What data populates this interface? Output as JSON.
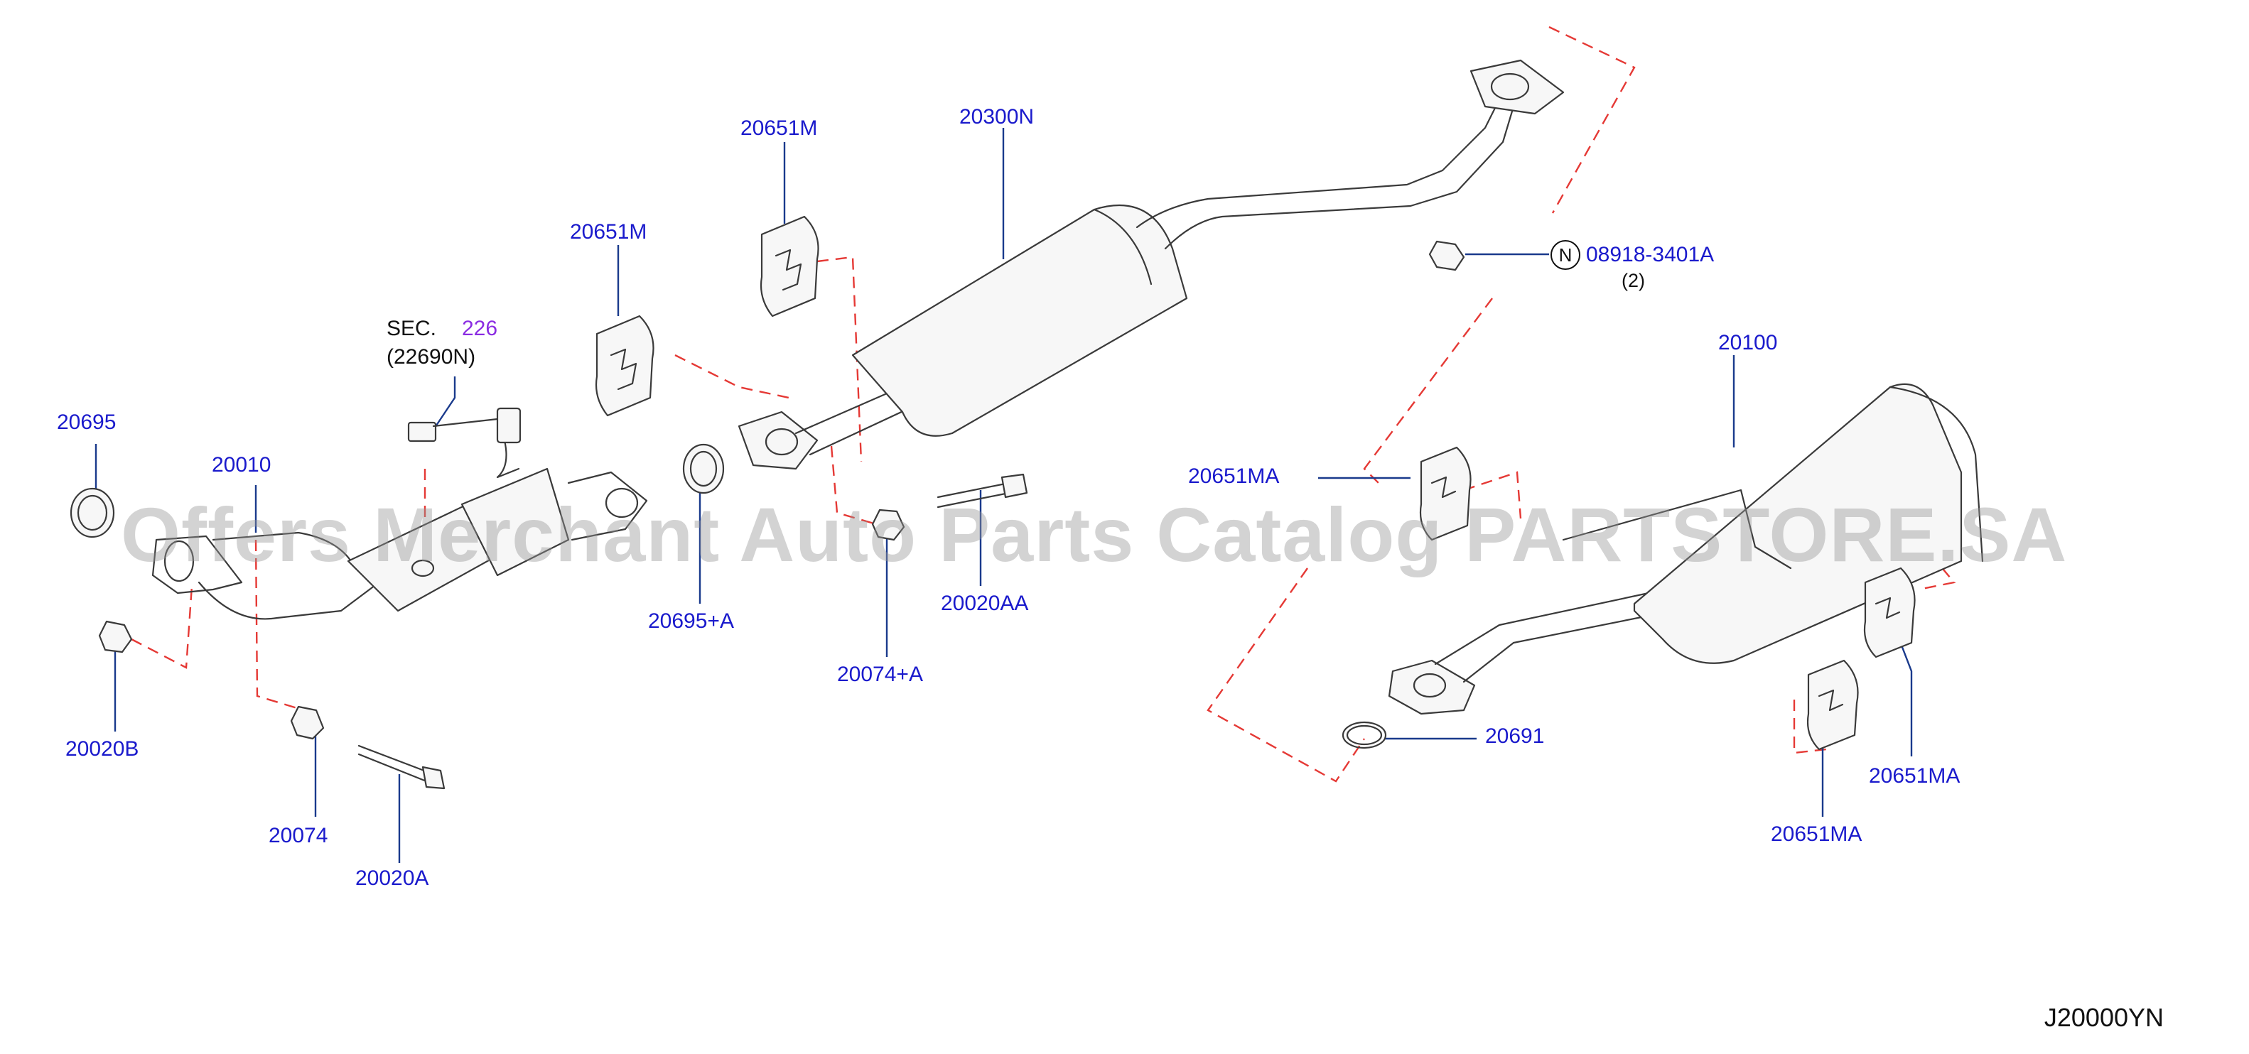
{
  "labels": {
    "p20695": "20695",
    "p20010": "20010",
    "p20020B": "20020B",
    "p20074": "20074",
    "p20020A": "20020A",
    "sec_word": "SEC.",
    "sec_num": "226",
    "sec_ref": "(22690N)",
    "p20651M_a": "20651M",
    "p20651M_b": "20651M",
    "p20300N": "20300N",
    "p20695A": "20695+A",
    "p20074A": "20074+A",
    "p20020AA": "20020AA",
    "n_symbol": "N",
    "p08918": "08918-3401A",
    "qty": "(2)",
    "p20100": "20100",
    "p20651MA_a": "20651MA",
    "p20651MA_b": "20651MA",
    "p20651MA_c": "20651MA",
    "p20691": "20691"
  },
  "watermark": "Offers Merchant Auto Parts Catalog PARTSTORE.SA",
  "diagram_code": "J20000YN",
  "colors": {
    "part_number": "#1a1acc",
    "reference": "#8a2be2",
    "guide_dash": "#e53935",
    "leader": "#1a3a8c",
    "line_art": "#3a3a3a"
  }
}
